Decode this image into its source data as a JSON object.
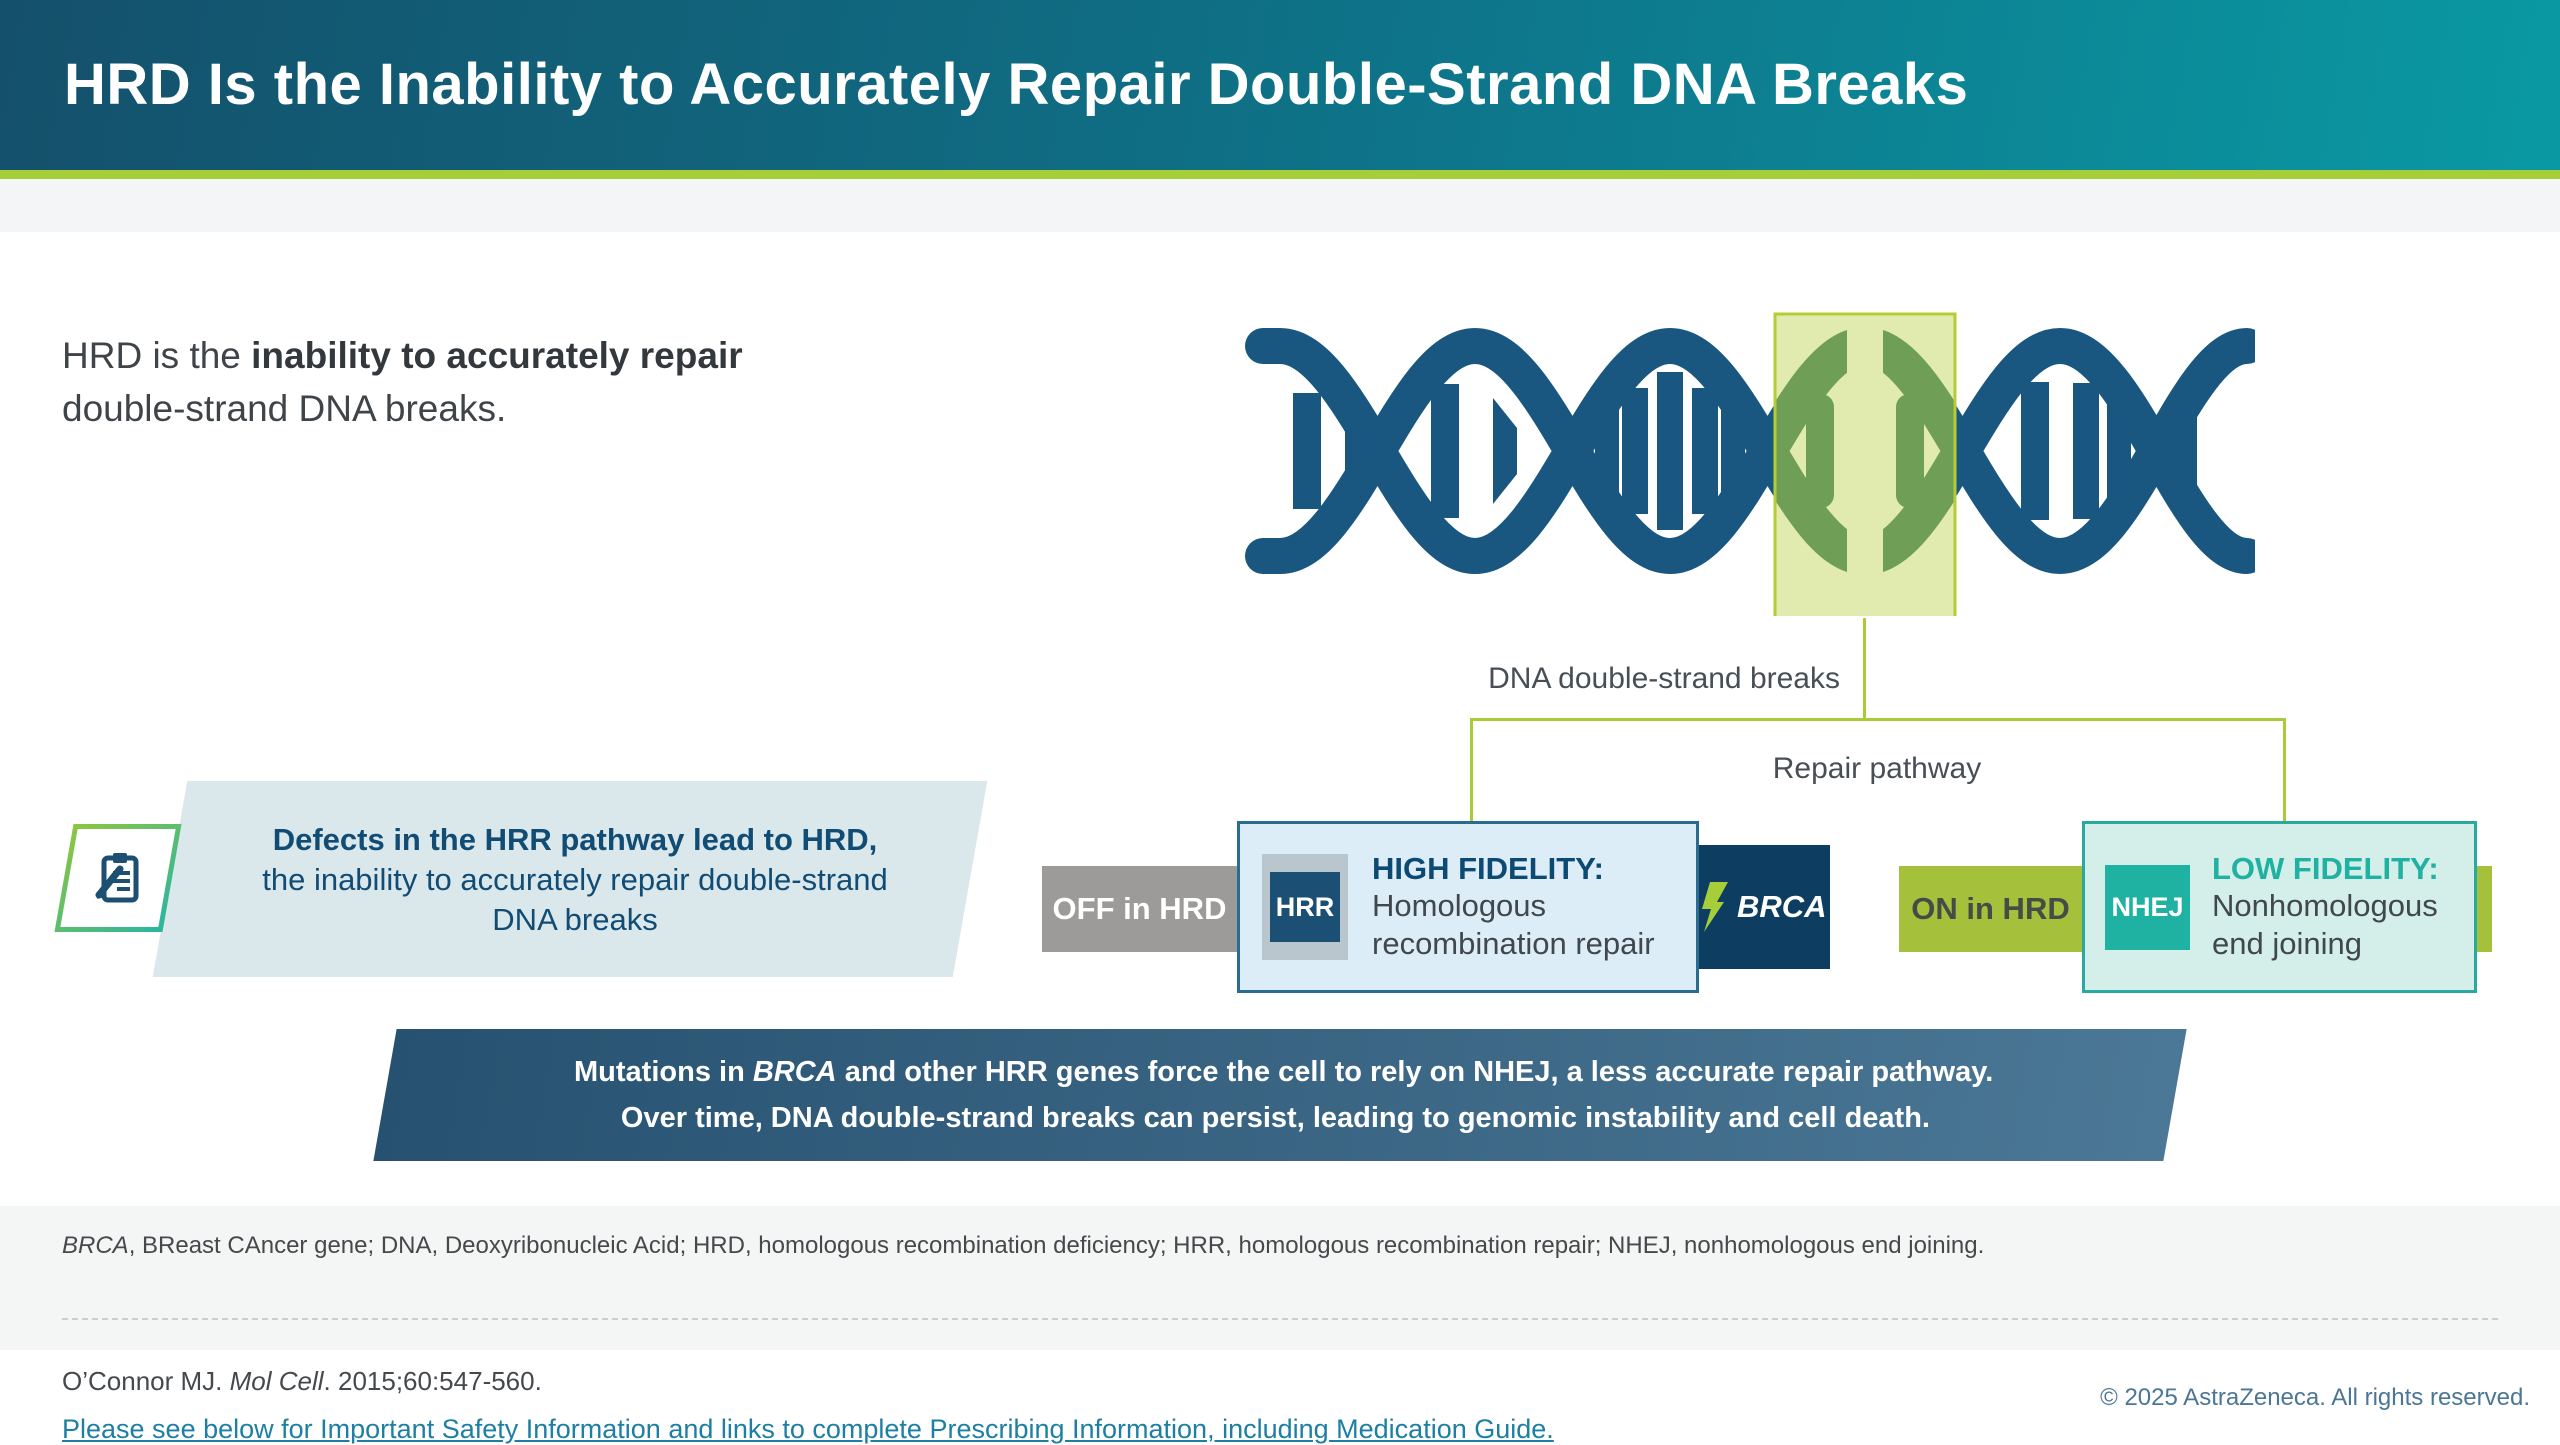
{
  "header": {
    "title": "HRD Is the Inability to Accurately Repair Double-Strand DNA Breaks"
  },
  "intro": {
    "pre": "HRD is the ",
    "bold": "inability to accurately repair",
    "post": " double-strand DNA breaks."
  },
  "callout": {
    "bold": "Defects in the HRR pathway lead to HRD,",
    "rest": " the inability to accurately repair double-strand DNA breaks"
  },
  "diagram": {
    "dna_label": "DNA double-strand breaks",
    "branch_label": "Repair pathway",
    "left": {
      "tag": "OFF in HRD",
      "badge": "HRR",
      "title": "HIGH FIDELITY:",
      "desc": "Homologous recombination repair",
      "gene": "BRCA"
    },
    "right": {
      "tag": "ON in HRD",
      "badge": "NHEJ",
      "title": "LOW FIDELITY:",
      "desc": "Nonhomologous end joining"
    }
  },
  "banner": {
    "l1_pre": "Mutations in ",
    "l1_gene": "BRCA",
    "l1_post": " and other HRR genes force the cell to rely on NHEJ, a less accurate repair pathway.",
    "l2": "Over time, DNA double-strand breaks can persist, leading to genomic instability and cell death."
  },
  "footnote": {
    "gene": "BRCA",
    "rest": ", BReast CAncer gene; DNA, Deoxyribonucleic Acid; HRD, homologous recombination deficiency; HRR, homologous recombination repair; NHEJ, nonhomologous end joining."
  },
  "reference": {
    "pre": "O’Connor MJ. ",
    "journal": "Mol Cell",
    "post": ". 2015;60:547-560."
  },
  "link": {
    "text": "Please see below for Important Safety Information and links to complete Prescribing Information, including Medication Guide."
  },
  "copyright": {
    "text": "© 2025 AstraZeneca. All rights reserved."
  },
  "icons": {
    "callout": "clipboard-pencil-icon",
    "brca": "lightning-icon",
    "hrr": "hrr-blocked-badge",
    "dna": "dna-helix-graphic"
  },
  "colors": {
    "header_gradient_left": "#14506b",
    "header_gradient_right": "#0a99a3",
    "lime_accent": "#a6ce39",
    "helix_navy": "#195780",
    "highlight_fill": "#e1eaaf",
    "highlight_border": "#b5cc35",
    "teal": "#1fb1a2",
    "navy_text": "#114c75",
    "banner_gradient_left": "#275170",
    "banner_gradient_right": "#4b7896",
    "link_teal": "#1d7fa3"
  }
}
